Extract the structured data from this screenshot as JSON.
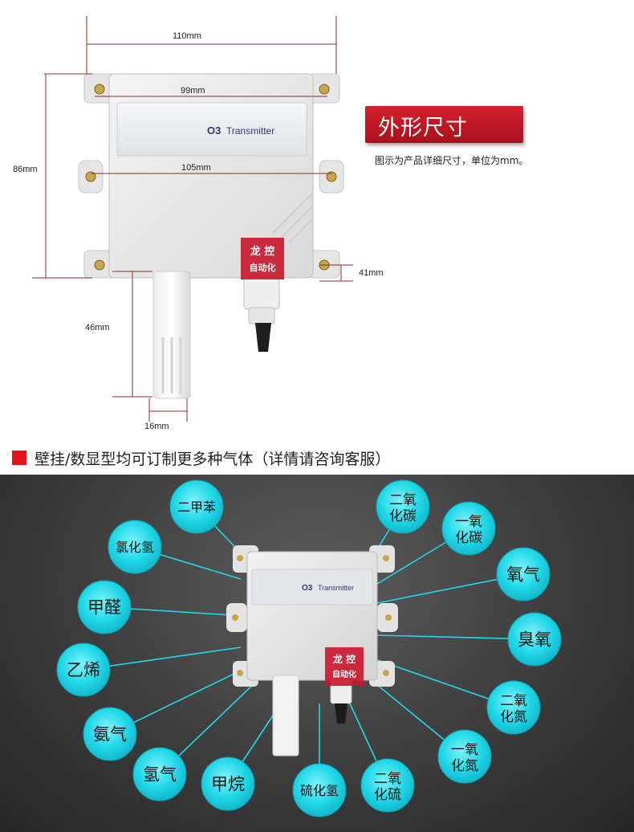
{
  "dimensions": {
    "width_110": "110mm",
    "width_99": "99mm",
    "width_105": "105mm",
    "height_86": "86mm",
    "depth_41": "41mm",
    "probe_len_46": "46mm",
    "probe_dia_16": "16mm"
  },
  "device": {
    "label_prefix": "O3",
    "label_suffix": "Transmitter"
  },
  "watermark": {
    "line1": "龙 控",
    "line2": "自动化"
  },
  "heading": {
    "title": "外形尺寸",
    "note": "图示为产品详细尺寸，单位为mm。"
  },
  "banner": {
    "text": "壁挂/数显型均可订制更多种气体（详情请咨询客服）"
  },
  "gases": [
    {
      "line1": "二甲苯",
      "line2": ""
    },
    {
      "line1": "二氧",
      "line2": "化碳"
    },
    {
      "line1": "一氧",
      "line2": "化碳"
    },
    {
      "line1": "氯化氢",
      "line2": ""
    },
    {
      "line1": "氧气",
      "line2": ""
    },
    {
      "line1": "甲醛",
      "line2": ""
    },
    {
      "line1": "臭氧",
      "line2": ""
    },
    {
      "line1": "乙烯",
      "line2": ""
    },
    {
      "line1": "二氧",
      "line2": "化氮"
    },
    {
      "line1": "氨气",
      "line2": ""
    },
    {
      "line1": "一氧",
      "line2": "化氮"
    },
    {
      "line1": "氢气",
      "line2": ""
    },
    {
      "line1": "甲烷",
      "line2": ""
    },
    {
      "line1": "硫化氢",
      "line2": ""
    },
    {
      "line1": "二氧",
      "line2": "化硫"
    }
  ],
  "colors": {
    "accent_red": "#d41f2b",
    "bubble_cyan": "#22d8e8",
    "dim_line": "#8b2a2a"
  }
}
